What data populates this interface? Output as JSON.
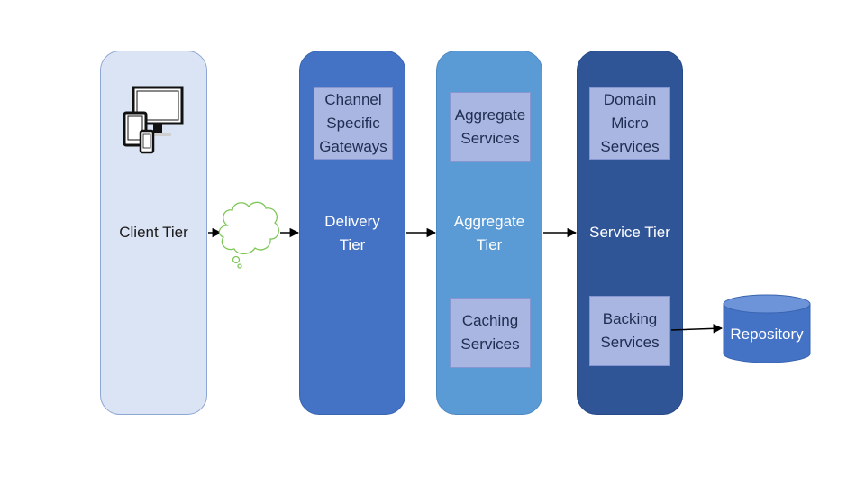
{
  "tiers": {
    "client": {
      "label": "Client Tier"
    },
    "delivery": {
      "label_line1": "Delivery",
      "label_line2": "Tier",
      "box": {
        "line1": "Channel",
        "line2": "Specific",
        "line3": "Gateways"
      }
    },
    "aggregate": {
      "label_line1": "Aggregate",
      "label_line2": "Tier",
      "box_top": {
        "line1": "Aggregate",
        "line2": "Services"
      },
      "box_bottom": {
        "line1": "Caching",
        "line2": "Services"
      }
    },
    "service": {
      "label": "Service Tier",
      "box_top": {
        "line1": "Domain",
        "line2": "Micro",
        "line3": "Services"
      },
      "box_bottom": {
        "line1": "Backing",
        "line2": "Services"
      }
    }
  },
  "repository": {
    "label": "Repository"
  },
  "icons": {
    "devices": "devices-icon",
    "cloud": "cloud-icon"
  },
  "colors": {
    "client": "#dbe4f4",
    "delivery": "#4472c4",
    "aggregate": "#5b9bd5",
    "service": "#2f5597",
    "inner_box": "#a9b6e2",
    "cloud_stroke": "#7fc75a"
  }
}
